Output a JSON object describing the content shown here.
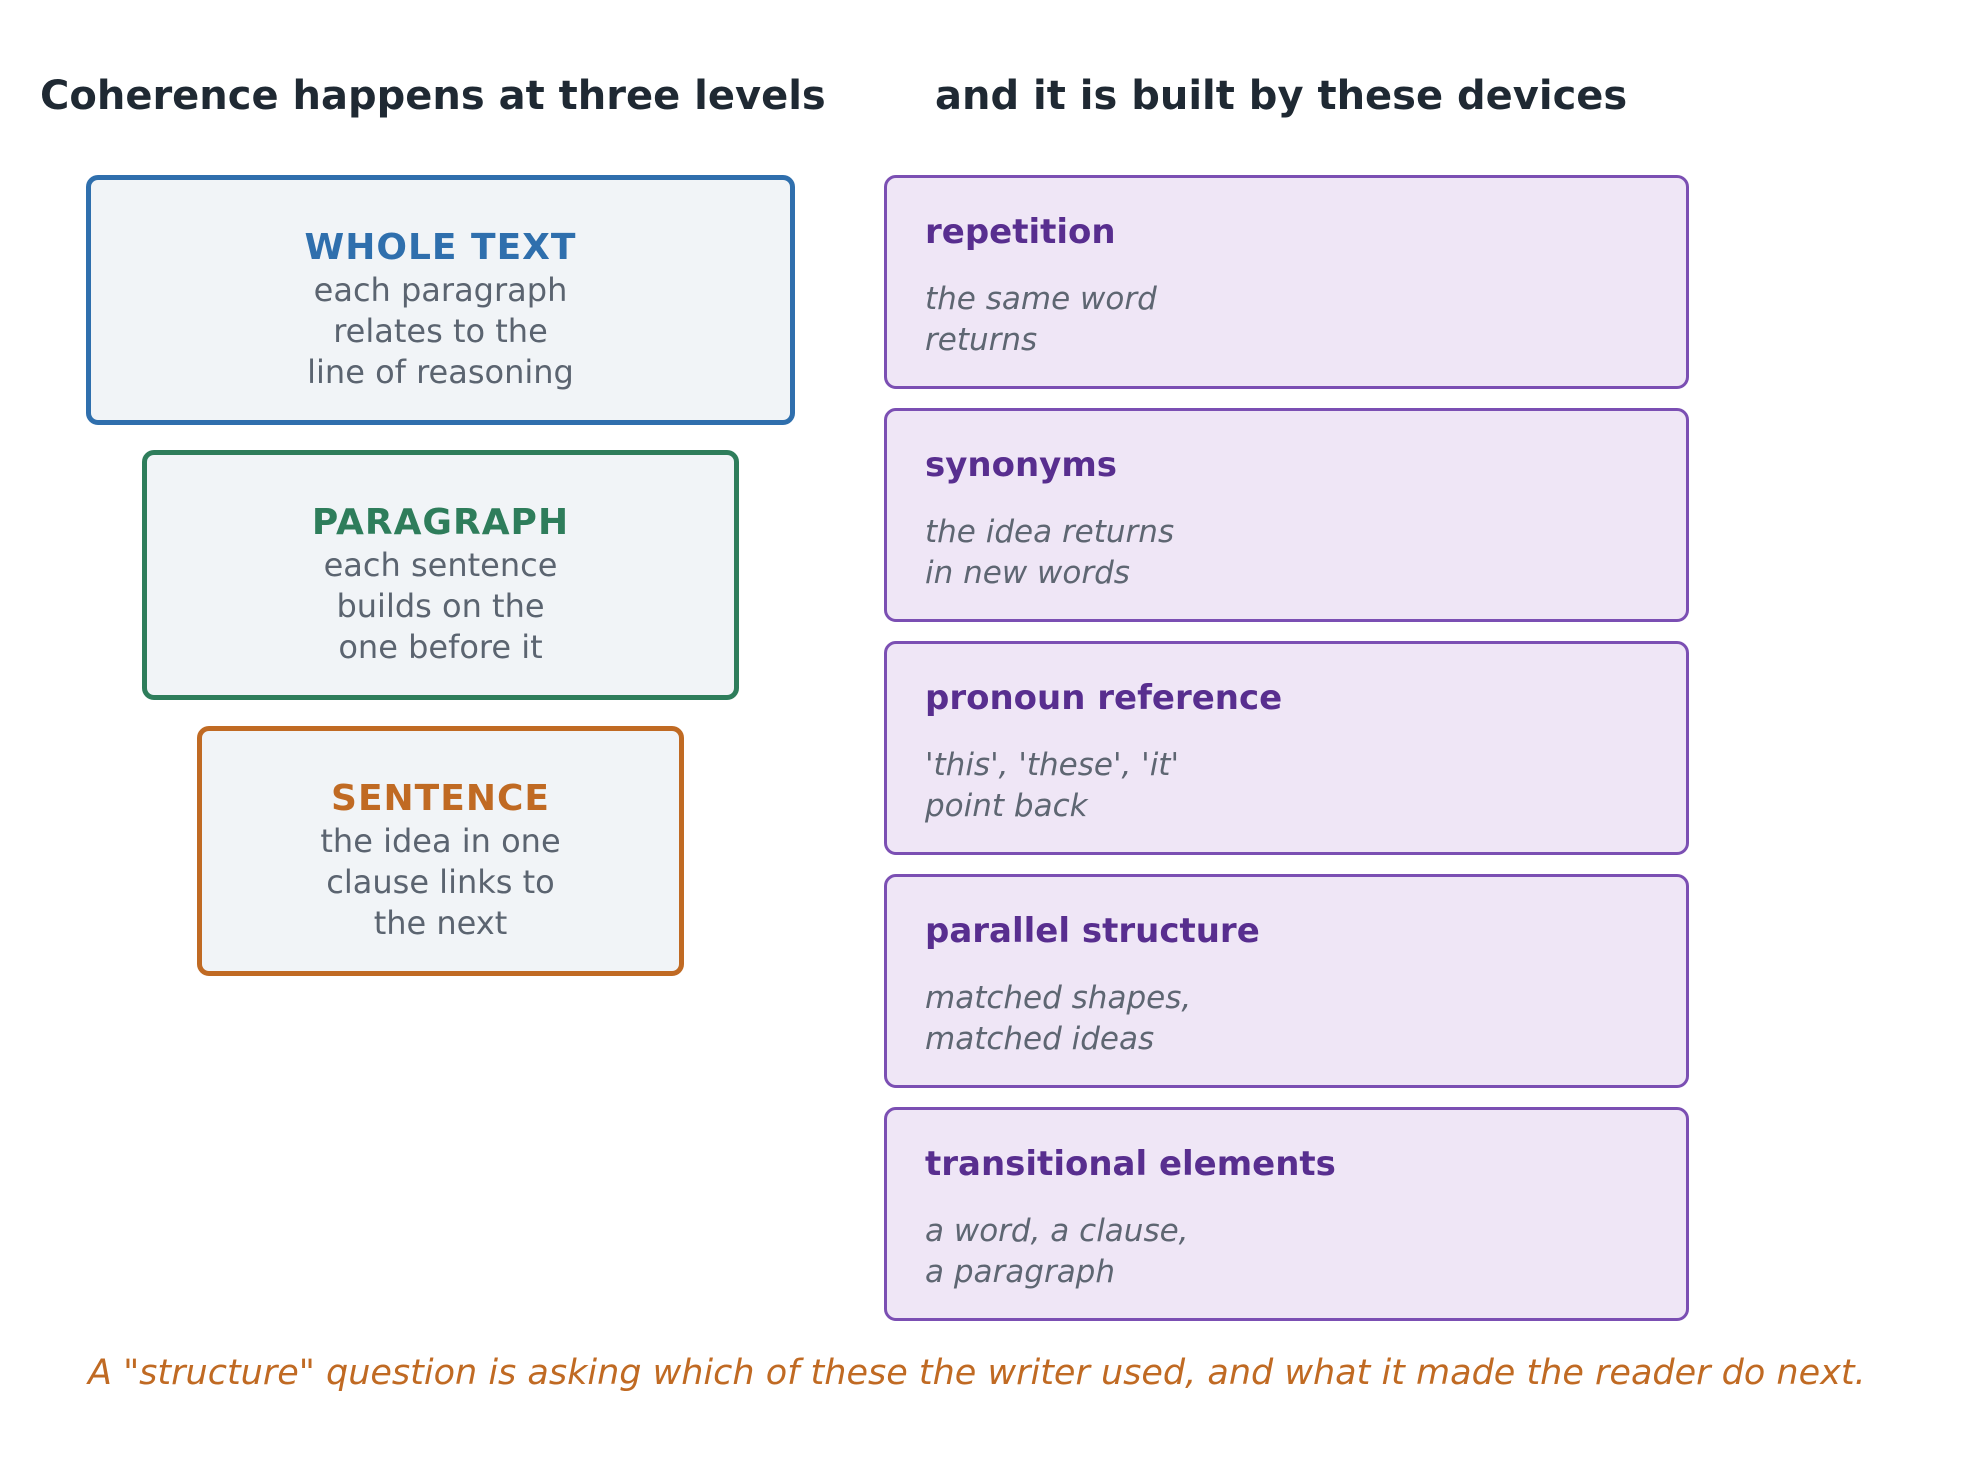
{
  "headings": {
    "left": "Coherence happens at three levels",
    "right": "and it is built by these devices"
  },
  "levels": [
    {
      "title": "WHOLE TEXT",
      "lines": [
        "each paragraph",
        "relates to the",
        "line of reasoning"
      ],
      "color": "#2f6fad"
    },
    {
      "title": "PARAGRAPH",
      "lines": [
        "each sentence",
        "builds on the",
        "one before it"
      ],
      "color": "#2e7d5b"
    },
    {
      "title": "SENTENCE",
      "lines": [
        "the idea in one",
        "clause links to",
        "the next"
      ],
      "color": "#c06a23"
    }
  ],
  "devices": [
    {
      "title": "repetition",
      "lines": [
        "the same word",
        "returns"
      ]
    },
    {
      "title": "synonyms",
      "lines": [
        "the idea returns",
        "in new words"
      ]
    },
    {
      "title": "pronoun reference",
      "lines": [
        "'this', 'these', 'it'",
        "point back"
      ]
    },
    {
      "title": "parallel structure",
      "lines": [
        "matched shapes,",
        "matched ideas"
      ]
    },
    {
      "title": "transitional elements",
      "lines": [
        "a word, a clause,",
        "a paragraph"
      ]
    }
  ],
  "footer": "A \"structure\" question is asking which of these the writer used, and what it made the reader do next.",
  "colors": {
    "heading": "#1f2933",
    "device_border": "#7b4fb3",
    "device_title": "#582e8f",
    "device_fill": "#efe6f6",
    "level_fill": "#f1f4f7",
    "footer": "#c06a23"
  }
}
